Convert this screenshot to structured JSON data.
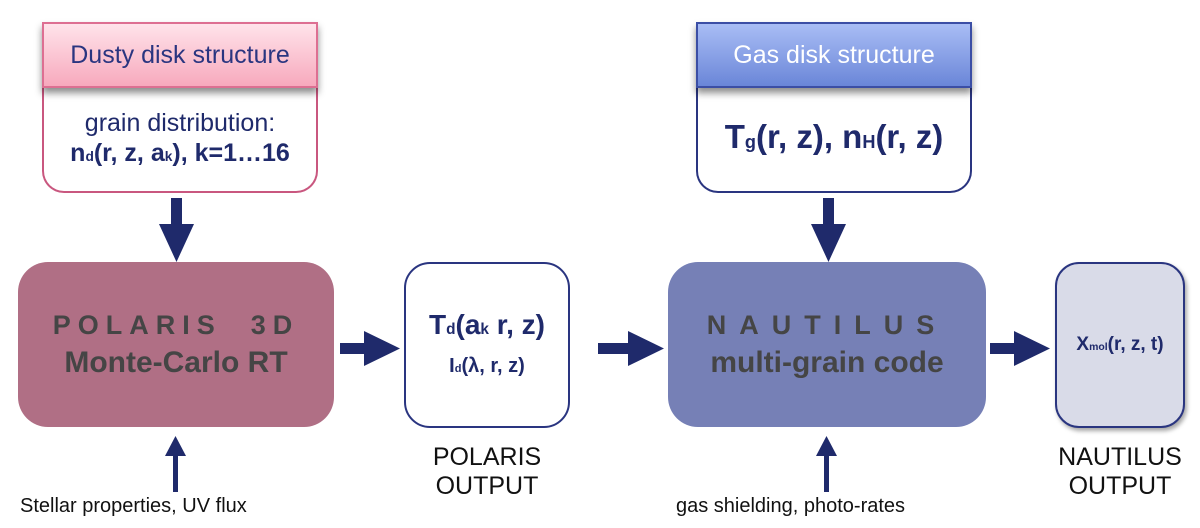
{
  "colors": {
    "arrow": "#1f2a6b",
    "polaris_fill": "#b06f85",
    "nautilus_fill": "#7680b6",
    "dusty_header": "#f7a9bd",
    "gas_header": "#6a86d8",
    "nautilus_output_fill": "#d9dbe8"
  },
  "dusty_disk": {
    "title": "Dusty disk structure",
    "label": "grain distribution:",
    "formula": {
      "n": "n",
      "sub_d": "d",
      "args1": "(r, z, a",
      "sub_k": "k",
      "args2": "), k=1…16"
    }
  },
  "gas_disk": {
    "title": "Gas disk structure",
    "formula": {
      "T": "T",
      "sub_g": "g",
      "args1": "(r, z), n",
      "sub_H": "H",
      "args2": "(r, z)"
    }
  },
  "polaris": {
    "title": "POLARIS  3D",
    "subtitle": "Monte-Carlo RT",
    "input_caption": "Stellar properties, UV flux"
  },
  "polaris_output": {
    "line1": {
      "T": "T",
      "sub_d": "d",
      "args1": "(a",
      "sub_k": "k",
      "args2": " r, z)"
    },
    "line2": {
      "I": "I",
      "sub_d": "d",
      "args": "(λ, r, z)"
    },
    "caption_line1": "POLARIS",
    "caption_line2": "OUTPUT"
  },
  "nautilus": {
    "title": "NAUTILUS",
    "subtitle": "multi-grain code",
    "input_caption": "gas shielding, photo-rates"
  },
  "nautilus_output": {
    "formula": {
      "X": "X",
      "sub_mol": "mol",
      "args": "(r, z, t)"
    },
    "caption_line1": "NAUTILUS",
    "caption_line2": "OUTPUT"
  }
}
